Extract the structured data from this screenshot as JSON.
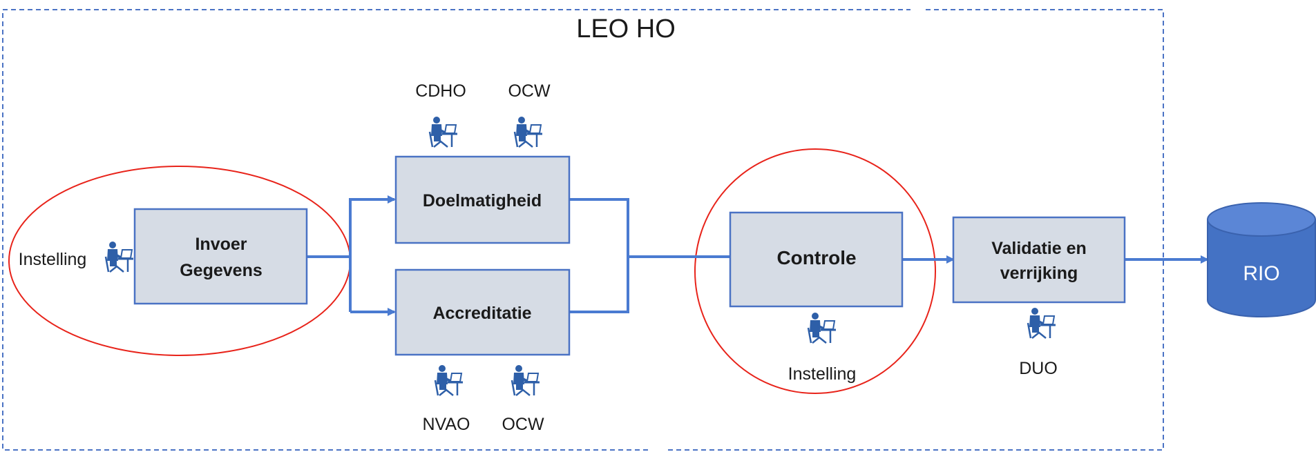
{
  "diagram": {
    "title": "LEO HO",
    "colors": {
      "box_fill": "#d6dce5",
      "box_border": "#4a72c4",
      "flow_arrow": "#4a7bd1",
      "highlight_ellipse": "#e8231a",
      "boundary": "#4a72c4",
      "database": "#4472c4",
      "person_icon": "#2e5fa8"
    },
    "boxes": {
      "invoer": {
        "line1": "Invoer",
        "line2": "Gegevens"
      },
      "doelmatigheid": {
        "label": "Doelmatigheid"
      },
      "accreditatie": {
        "label": "Accreditatie"
      },
      "controle": {
        "label": "Controle"
      },
      "validatie": {
        "line1": "Validatie en",
        "line2": "verrijking"
      }
    },
    "actors": {
      "invoer": "Instelling",
      "doelmatigheid_left": "CDHO",
      "doelmatigheid_right": "OCW",
      "accreditatie_left": "NVAO",
      "accreditatie_right": "OCW",
      "controle": "Instelling",
      "validatie": "DUO"
    },
    "database": {
      "label": "RIO"
    },
    "icons": {
      "actor": "person-at-computer-icon",
      "database": "database-cylinder-icon"
    }
  }
}
